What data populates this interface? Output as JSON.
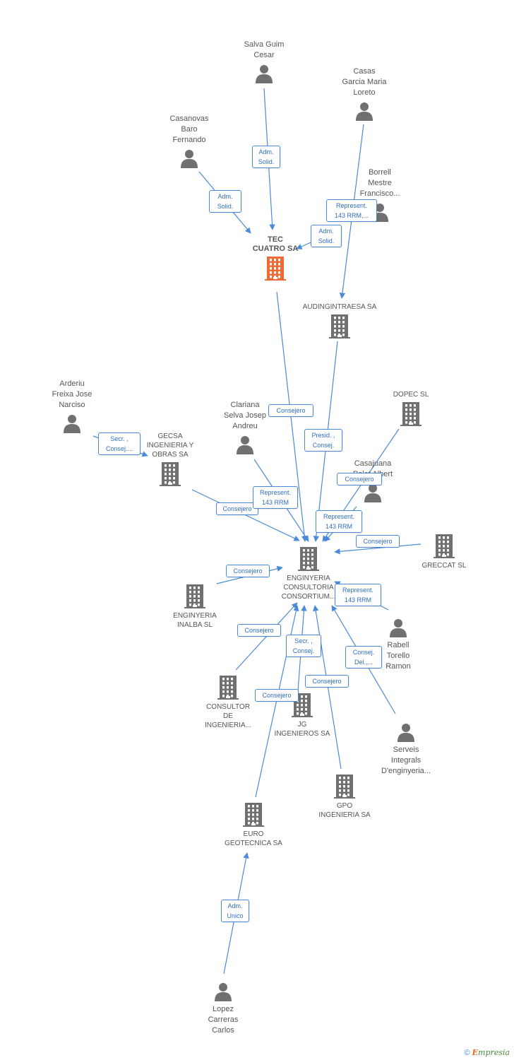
{
  "colors": {
    "edge": "#4a8ad8",
    "icon": "#707070",
    "focus": "#f06a35",
    "label_text": "#2f6fc0"
  },
  "nodes": [
    {
      "id": "salva",
      "type": "person",
      "label": "Salva Guim\nCesar"
    },
    {
      "id": "casas",
      "type": "person",
      "label": "Casas\nGarcia Maria\nLoreto"
    },
    {
      "id": "casanovas",
      "type": "person",
      "label": "Casanovas\nBaro\nFernando"
    },
    {
      "id": "borrell",
      "type": "person",
      "label": "Borrell\nMestre\nFrancisco..."
    },
    {
      "id": "tec",
      "type": "company-focus",
      "label": "TEC\nCUATRO SA"
    },
    {
      "id": "audin",
      "type": "company",
      "label": "AUDINGINTRAESA SA"
    },
    {
      "id": "arderiu",
      "type": "person",
      "label": "Arderiu\nFreixa Jose\nNarciso"
    },
    {
      "id": "gecsa",
      "type": "company",
      "label": "GECSA\nINGENIERIA Y\nOBRAS SA"
    },
    {
      "id": "clariana",
      "type": "person",
      "label": "Clariana\nSelva Josep\nAndreu"
    },
    {
      "id": "dopec",
      "type": "company",
      "label": "DOPEC SL"
    },
    {
      "id": "casajuana",
      "type": "person",
      "label": "Casajuana\nPalet Albert"
    },
    {
      "id": "greccat",
      "type": "company",
      "label": "GRECCAT SL"
    },
    {
      "id": "center",
      "type": "company",
      "label": "ENGINYERIA\nCONSULTORIA\nCONSORTIUM..."
    },
    {
      "id": "inalba",
      "type": "company",
      "label": "ENGINYERIA\nINALBA SL"
    },
    {
      "id": "rabell",
      "type": "person",
      "label": "Rabell\nTorello\nRamon"
    },
    {
      "id": "consultor",
      "type": "company",
      "label": "CONSULTOR\nDE\nINGENIERIA..."
    },
    {
      "id": "jg",
      "type": "company",
      "label": "JG\nINGENIEROS SA"
    },
    {
      "id": "serveis",
      "type": "person",
      "label": "Serveis\nIntegrals\nD'enginyeria..."
    },
    {
      "id": "gpo",
      "type": "company",
      "label": "GPO\nINGENIERIA SA"
    },
    {
      "id": "euro",
      "type": "company",
      "label": "EURO\nGEOTECNICA SA"
    },
    {
      "id": "lopez",
      "type": "person",
      "label": "Lopez\nCarreras\nCarlos"
    }
  ],
  "edges": [
    {
      "from": "salva",
      "to": "tec",
      "label": "Adm.\nSolid."
    },
    {
      "from": "casanovas",
      "to": "tec",
      "label": "Adm.\nSolid."
    },
    {
      "from": "casas",
      "to": "audin",
      "label": "Represent.\n143 RRM,..."
    },
    {
      "from": "borrell",
      "to": "tec",
      "label": "Adm.\nSolid."
    },
    {
      "from": "tec",
      "to": "center",
      "label": "Consejero"
    },
    {
      "from": "audin",
      "to": "center",
      "label": "Presid. ,\nConsej."
    },
    {
      "from": "arderiu",
      "to": "gecsa",
      "label": "Secr. ,\nConsej...."
    },
    {
      "from": "gecsa",
      "to": "center",
      "label": "Consejero"
    },
    {
      "from": "clariana",
      "to": "center",
      "label": "Represent.\n143 RRM"
    },
    {
      "from": "dopec",
      "to": "center",
      "label": "Consejero"
    },
    {
      "from": "casajuana",
      "to": "center",
      "label": "Represent.\n143 RRM"
    },
    {
      "from": "greccat",
      "to": "center",
      "label": "Consejero"
    },
    {
      "from": "inalba",
      "to": "center",
      "label": "Consejero"
    },
    {
      "from": "rabell",
      "to": "center",
      "label": "Represent.\n143 RRM"
    },
    {
      "from": "consultor",
      "to": "center",
      "label": "Consejero"
    },
    {
      "from": "jg",
      "to": "center",
      "label": "Secr. ,\nConsej."
    },
    {
      "from": "euro",
      "to": "center",
      "label": "Consejero"
    },
    {
      "from": "gpo",
      "to": "center",
      "label": "Consejero"
    },
    {
      "from": "serveis",
      "to": "center",
      "label": "Consej.\nDel.,..."
    },
    {
      "from": "lopez",
      "to": "euro",
      "label": "Adm.\nUnico"
    }
  ],
  "footer": {
    "copyright": "©",
    "brand_e": "E",
    "brand_rest": "mpresia"
  }
}
